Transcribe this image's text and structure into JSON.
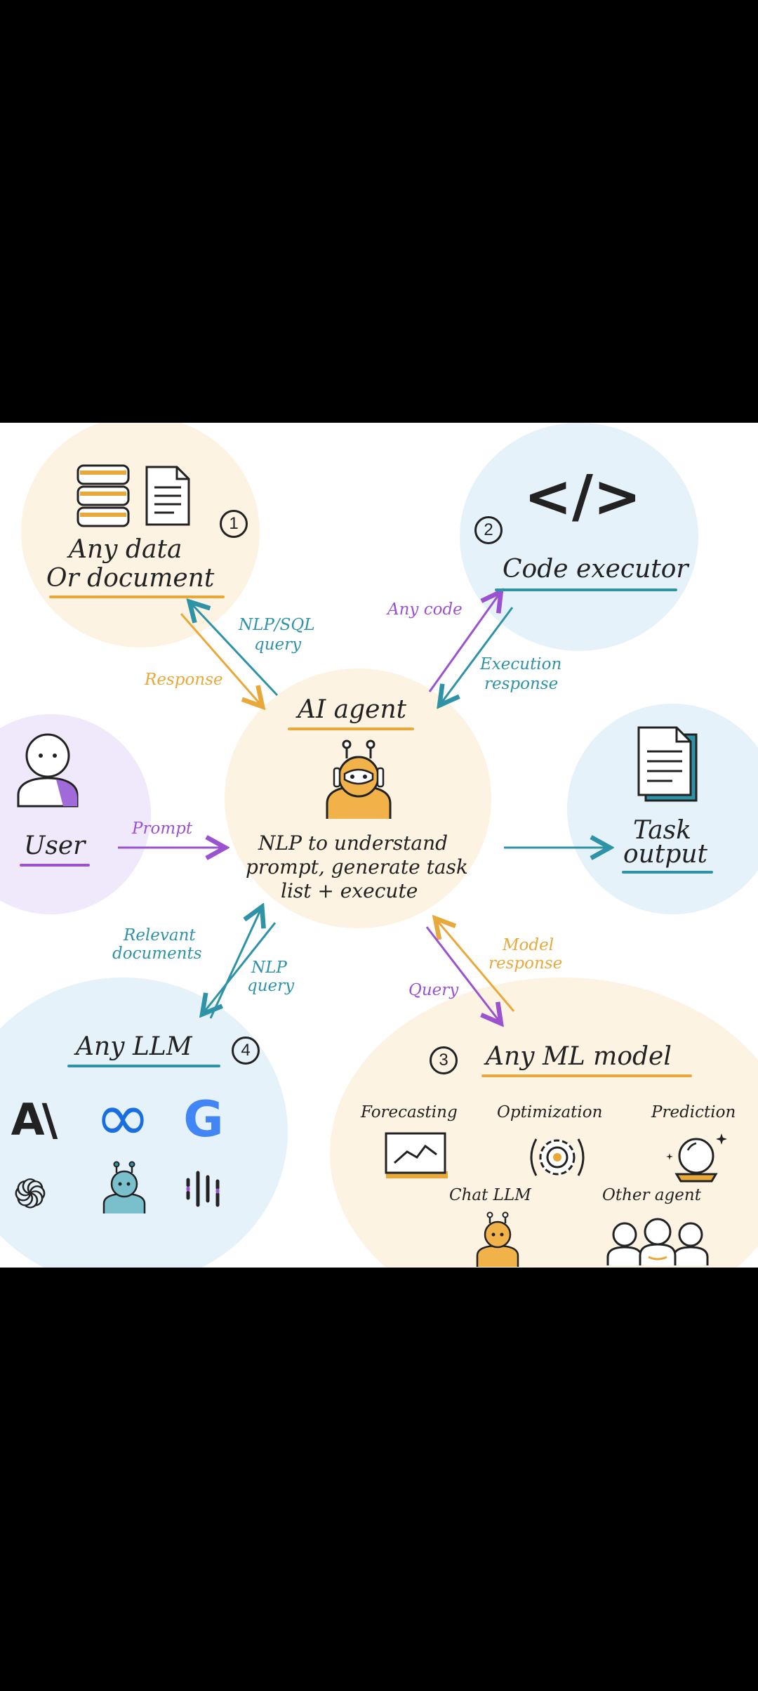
{
  "colors": {
    "background": "#000000",
    "panel": "#ffffff",
    "orange_blob": "#fdf3e2",
    "blue_blob": "#e6f2fa",
    "purple_blob": "#efe9fb",
    "orange": "#e8a93a",
    "teal": "#2e93a6",
    "purple": "#9a52d0",
    "ink": "#222222"
  },
  "nodes": {
    "data": {
      "line1": "Any data",
      "line2": "Or document",
      "badge": "1",
      "icons": [
        "database-icon",
        "document-icon"
      ]
    },
    "code": {
      "label": "Code executor",
      "badge": "2",
      "icon": "code-brackets-icon",
      "glyph": "</>"
    },
    "agent": {
      "title": "AI agent",
      "desc1": "NLP to understand",
      "desc2": "prompt, generate task",
      "desc3": "list + execute",
      "icon": "robot-icon"
    },
    "user": {
      "label": "User",
      "icon": "user-icon"
    },
    "task": {
      "line1": "Task",
      "line2": "output",
      "icon": "document-icon"
    },
    "llm": {
      "label": "Any LLM",
      "badge": "4",
      "logos": [
        {
          "name": "anthropic-logo",
          "text": "A\\"
        },
        {
          "name": "meta-logo",
          "text": "∞"
        },
        {
          "name": "google-logo",
          "text": "G"
        },
        {
          "name": "openai-logo",
          "text": "֍"
        },
        {
          "name": "robot-logo",
          "text": ""
        },
        {
          "name": "bars-logo",
          "text": ""
        }
      ]
    },
    "ml": {
      "label": "Any ML model",
      "badge": "3",
      "items": [
        {
          "label": "Forecasting",
          "icon": "line-chart-icon"
        },
        {
          "label": "Optimization",
          "icon": "gear-icon"
        },
        {
          "label": "Prediction",
          "icon": "crystal-ball-icon"
        },
        {
          "label": "Chat LLM",
          "icon": "robot-icon"
        },
        {
          "label": "Other agent",
          "icon": "people-icon"
        }
      ]
    }
  },
  "edges": {
    "nlp_sql_query_1": "NLP/SQL",
    "nlp_sql_query_2": "query",
    "response": "Response",
    "any_code": "Any code",
    "execution_response_1": "Execution",
    "execution_response_2": "response",
    "prompt": "Prompt",
    "relevant_documents_1": "Relevant",
    "relevant_documents_2": "documents",
    "nlp_query_1": "NLP",
    "nlp_query_2": "query",
    "model_response_1": "Model",
    "model_response_2": "response",
    "query": "Query"
  }
}
